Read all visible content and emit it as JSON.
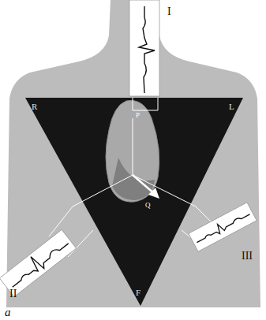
{
  "diagram": {
    "labels": [
      "R",
      "L",
      "F",
      "I",
      "II",
      "III",
      "P",
      "Q",
      "a"
    ]
  }
}
